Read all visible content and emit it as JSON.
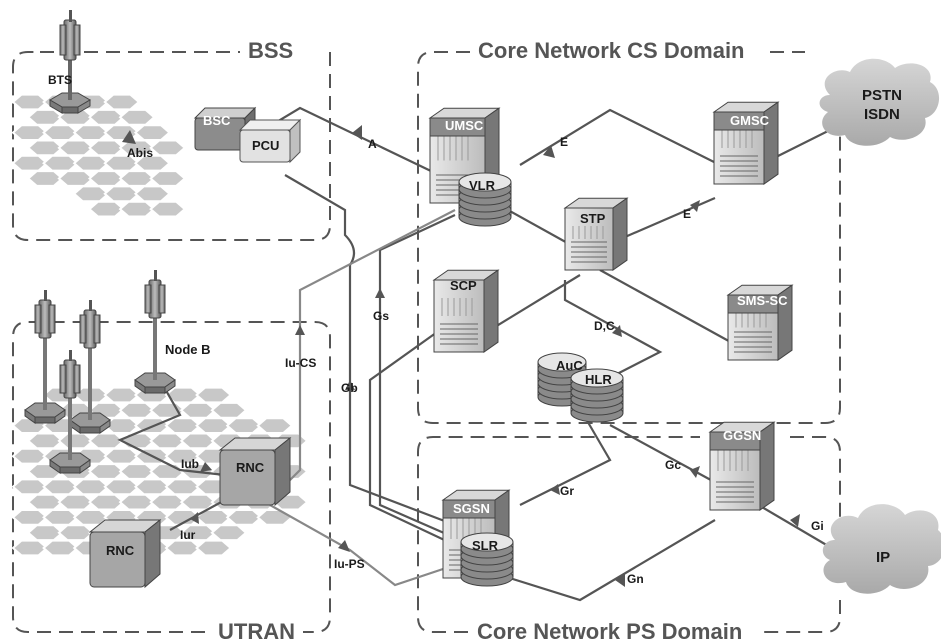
{
  "groups": {
    "bss": "BSS",
    "core_cs": "Core Network CS Domain",
    "utran": "UTRAN",
    "core_ps": "Core Network PS Domain"
  },
  "nodes": {
    "bts": "BTS",
    "bsc": "BSC",
    "pcu": "PCU",
    "node_b": "Node B",
    "rnc_upper": "RNC",
    "rnc_lower": "RNC",
    "umsc": "UMSC",
    "vlr": "VLR",
    "stp": "STP",
    "gmsc": "GMSC",
    "scp": "SCP",
    "sms_sc": "SMS-SC",
    "auc": "AuC",
    "hlr": "HLR",
    "sgsn": "SGSN",
    "slr": "SLR",
    "ggsn": "GGSN"
  },
  "clouds": {
    "pstn_line1": "PSTN",
    "pstn_line2": "ISDN",
    "ip": "IP"
  },
  "interfaces": {
    "abis": "Abis",
    "a": "A",
    "e_upper": "E",
    "e_lower": "E",
    "gs": "Gs",
    "gb": "Gb",
    "iu_cs": "Iu-CS",
    "iub": "Iub",
    "iur": "Iur",
    "iu_ps": "Iu-PS",
    "dc": "D,C",
    "gr": "Gr",
    "gc": "Gc",
    "gn": "Gn",
    "gi": "Gi"
  },
  "colors": {
    "box_border": "#555555",
    "line": "#555555",
    "hexagon": "#c8c8c8",
    "node_body": "#8a8a8a",
    "cloud": "#c4c4c4"
  }
}
